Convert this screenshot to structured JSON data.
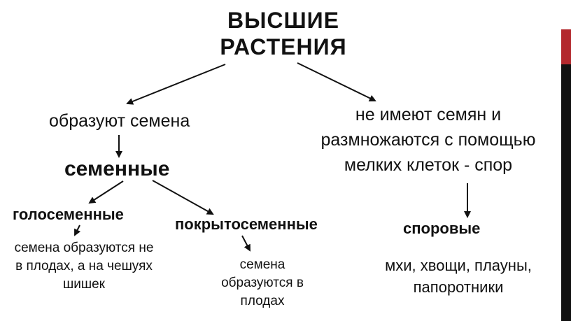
{
  "title": "ВЫСШИЕ РАСТЕНИЯ",
  "left_branch": {
    "label": "образуют семена",
    "group": "семенные",
    "gymno": {
      "name": "голосеменные",
      "desc": "семена образуются не в плодах, а на чешуях шишек"
    },
    "angio": {
      "name": "покрытосеменные",
      "desc": "семена образуются в плодах"
    }
  },
  "right_branch": {
    "label": "не имеют семян и размножаются с помощью мелких клеток - спор",
    "group": "споровые",
    "examples": "мхи, хвощи, плауны, папоротники"
  },
  "colors": {
    "accent_bar": "#b3282d",
    "text": "#111111",
    "background": "#ffffff"
  }
}
